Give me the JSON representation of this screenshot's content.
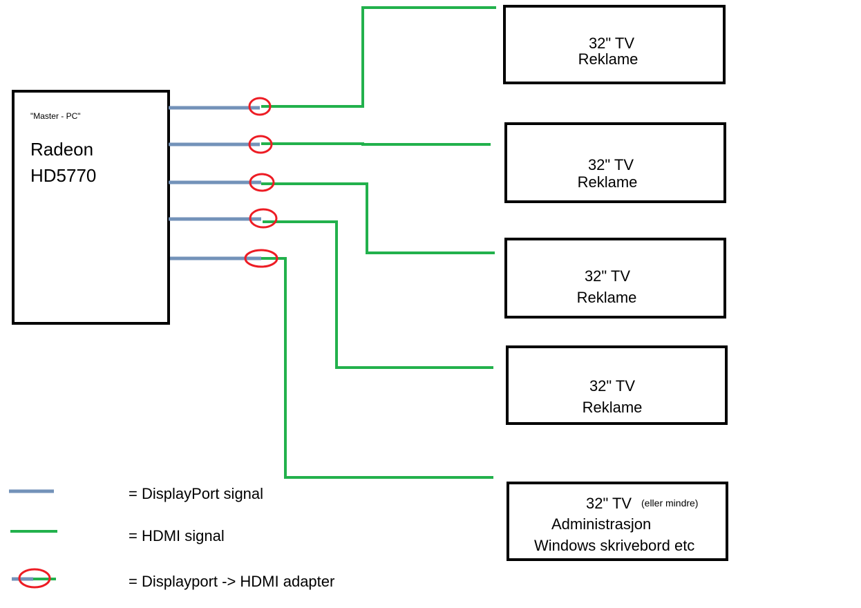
{
  "master_pc": {
    "caption": "\"Master - PC\"",
    "line1": "Radeon",
    "line2": "HD5770"
  },
  "screens": [
    {
      "line1": "32\" TV",
      "line2": "Reklame"
    },
    {
      "line1": "32\" TV",
      "line2": "Reklame"
    },
    {
      "line1": "32\" TV",
      "line2": "Reklame"
    },
    {
      "line1": "32\" TV",
      "line2": "Reklame"
    }
  ],
  "admin_screen": {
    "line1": "32\" TV",
    "note": "(eller mindre)",
    "line2": "Administrasjon",
    "line3": "Windows skrivebord etc"
  },
  "legend": {
    "displayport": "= DisplayPort signal",
    "hdmi": "= HDMI signal",
    "adapter": "= Displayport -> HDMI adapter"
  },
  "colors": {
    "displayport": "#7392b9",
    "hdmi": "#22b14c",
    "adapter": "#ed1c24",
    "outline": "#000000"
  }
}
